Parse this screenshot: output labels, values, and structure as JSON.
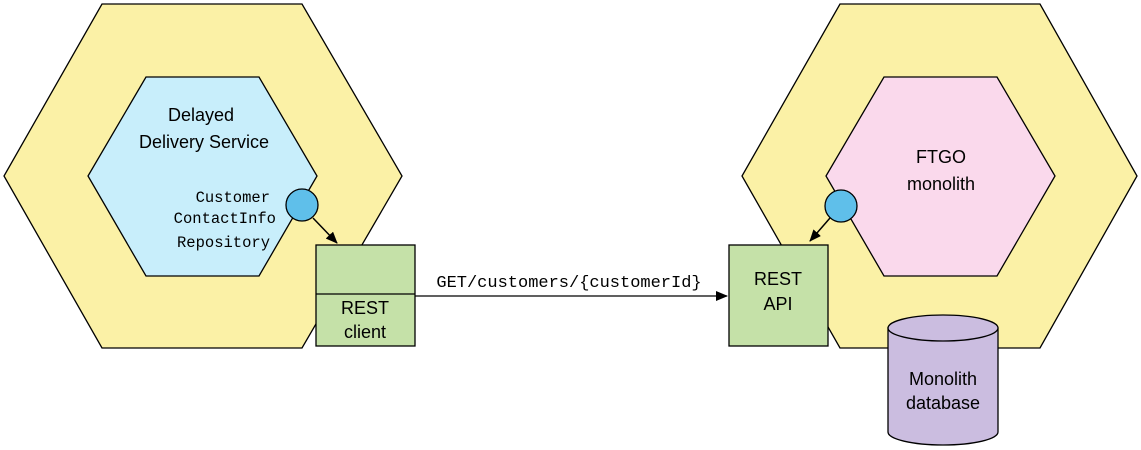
{
  "colors": {
    "outer_hexagon": "#fbf1a6",
    "service_hexagon": "#c8eefb",
    "monolith_hexagon": "#fad9ec",
    "port": "#5fbfea",
    "adapter": "#c5e1a8",
    "database": "#cbbde0",
    "stroke": "#000000"
  },
  "left_service": {
    "name_line1": "Delayed",
    "name_line2": "Delivery Service",
    "repository_line1": "Customer",
    "repository_line2": "ContactInfo",
    "repository_line3": "Repository",
    "adapter_label_line1": "REST",
    "adapter_label_line2": "client"
  },
  "connection": {
    "label": "GET/customers/{customerId}"
  },
  "right_service": {
    "name_line1": "FTGO",
    "name_line2": "monolith",
    "adapter_label_line1": "REST",
    "adapter_label_line2": "API",
    "database_line1": "Monolith",
    "database_line2": "database"
  }
}
